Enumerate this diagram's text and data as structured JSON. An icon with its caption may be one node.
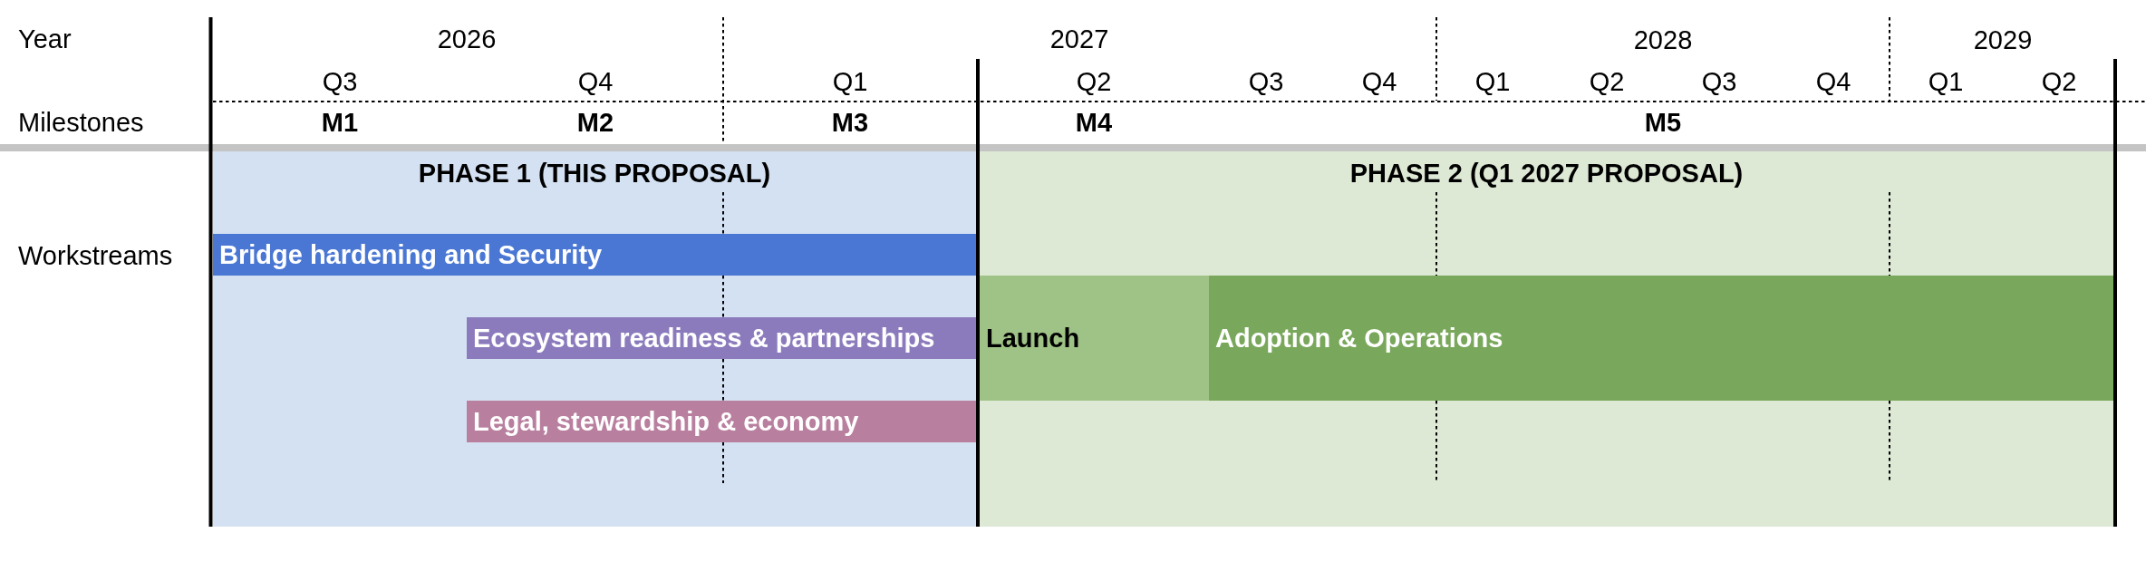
{
  "diagram": {
    "nodes": [
      {
        "text": [
          "PHASE 1 (THIS PROPOSAL)"
        ]
      },
      {
        "text": [
          "Bridge hardening and Security"
        ],
        "in": 0
      },
      {
        "text": [
          "Ecosystem readiness & partnerships"
        ],
        "in": 0
      },
      {
        "text": [
          "Legal, stewardship & economy"
        ],
        "in": 0
      },
      {
        "text": [
          "PHASE 2 (Q1 2027 PROPOSAL)"
        ]
      },
      {
        "text": [
          "Launch"
        ],
        "in": 4
      },
      {
        "text": [
          "Adoption & Operations"
        ],
        "in": 4
      }
    ],
    "labels": [
      "Year",
      "2026",
      "2027",
      "2028",
      "2029",
      "Q3",
      "Q4",
      "Q1",
      "Q2",
      "Q3",
      "Q4",
      "Q1",
      "Q2",
      "Q3",
      "Q4",
      "Q1",
      "Q2",
      "Milestones",
      "M1",
      "M2",
      "M3",
      "M4",
      "M5",
      "Workstreams"
    ]
  }
}
